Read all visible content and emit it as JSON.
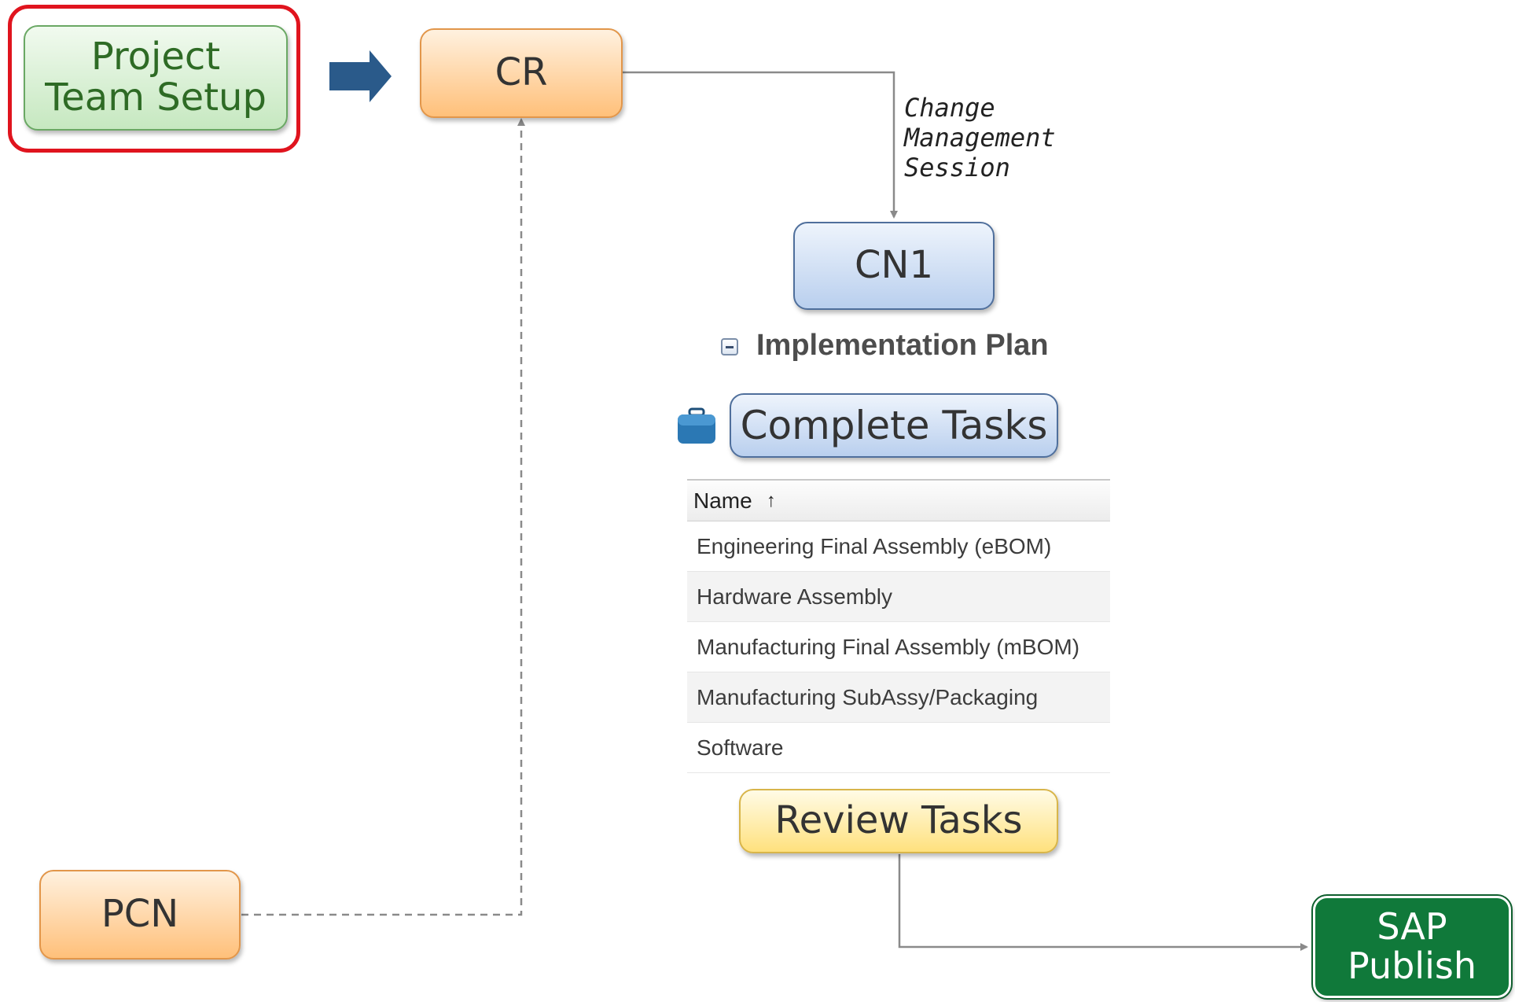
{
  "nodes": {
    "project_team_setup": [
      "Project",
      "Team Setup"
    ],
    "cr": "CR",
    "cn1": "CN1",
    "complete_tasks": "Complete Tasks",
    "review_tasks": "Review Tasks",
    "pcn": "PCN",
    "sap_publish": [
      "SAP",
      "Publish"
    ]
  },
  "note": [
    "Change",
    "Management",
    "Session"
  ],
  "implementation_plan": {
    "title": "Implementation Plan"
  },
  "task_table": {
    "header": "Name",
    "sort_indicator": "↑",
    "rows": [
      "Engineering Final Assembly (eBOM)",
      "Hardware Assembly",
      "Manufacturing Final Assembly (mBOM)",
      "Manufacturing SubAssy/Packaging",
      "Software"
    ]
  },
  "colors": {
    "highlight": "#e0141e",
    "flow_arrow": "#2a5a8a",
    "connector": "#8a8a8a",
    "sap_green": "#10793a"
  },
  "icons": [
    "right-arrow-icon",
    "collapse-icon",
    "briefcase-icon",
    "sort-up-icon"
  ]
}
